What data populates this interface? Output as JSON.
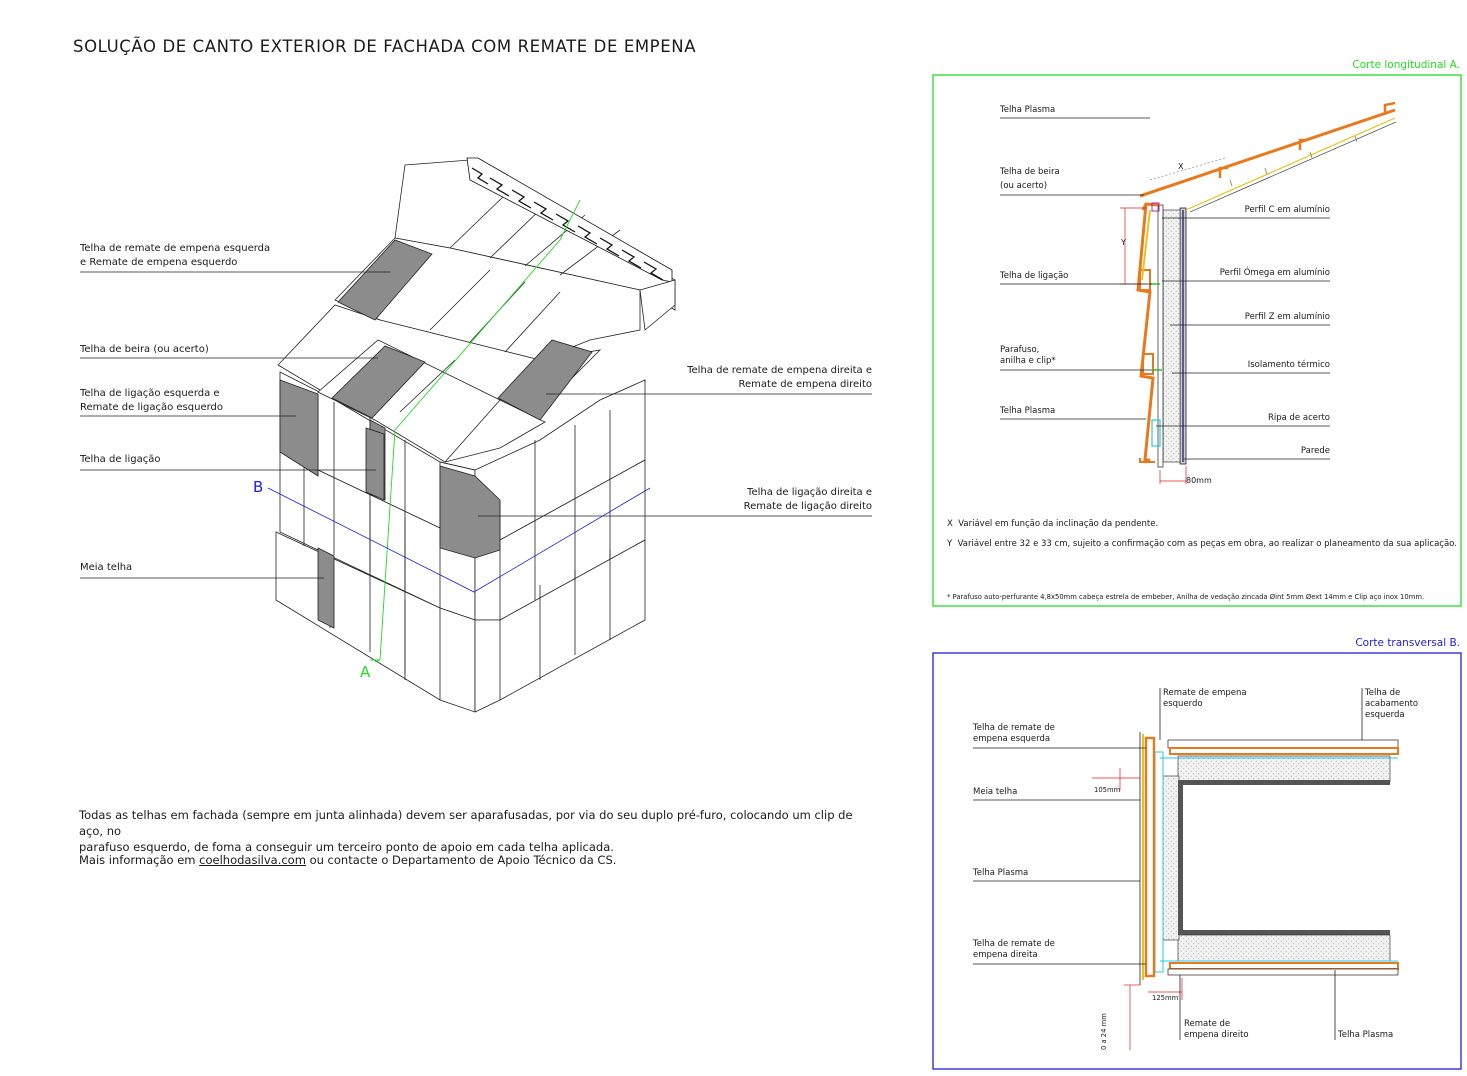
{
  "title": "SOLUÇÃO DE CANTO EXTERIOR DE FACHADA COM REMATE DE EMPENA",
  "colors": {
    "green": "#22dd22",
    "blue": "#1f1fd6",
    "orange": "#e87a1e",
    "yellow": "#e8c21e",
    "cyan": "#29c7e0",
    "red": "#e02020",
    "grey": "#8c8c8c"
  },
  "axonometric": {
    "labels": {
      "remate_esq_1": "Telha de remate de empena esquerda",
      "remate_esq_2": "e Remate de empena esquerdo",
      "beira": "Telha de beira (ou acerto)",
      "ligacao_esq_1": "Telha de ligação esquerda e",
      "ligacao_esq_2": "Remate de ligação esquerdo",
      "ligacao": "Telha de ligação",
      "meia": "Meia telha",
      "remate_dir_1": "Telha de remate de empena direita e",
      "remate_dir_2": "Remate de empena direito",
      "ligacao_dir_1": "Telha de ligação direita e",
      "ligacao_dir_2": "Remate de ligação direito"
    },
    "section_a": "A",
    "section_b": "B"
  },
  "body": {
    "p1_line1": "Todas as telhas em fachada (sempre em junta alinhada) devem ser aparafusadas, por via do seu duplo pré-furo, colocando um clip de aço, no",
    "p1_line2": "parafuso esquerdo, de foma a conseguir um terceiro ponto de apoio em cada telha aplicada.",
    "p2_before": "Mais informação em ",
    "p2_link": "coelhodasilva.com",
    "p2_after": " ou contacte o Departamento de Apoio Técnico da CS."
  },
  "section_a": {
    "title": "Corte longitudinal A.",
    "labels": {
      "plasma_top": "Telha Plasma",
      "beira_1": "Telha de beira",
      "beira_2": "(ou acerto)",
      "ligacao": "Telha de ligação",
      "parafuso_1": "Parafuso,",
      "parafuso_2": "anilha e clip*",
      "plasma_bottom": "Telha Plasma",
      "perfil_c": "Perfil C em alumínio",
      "perfil_omega": "Perfil Ómega em alumínio",
      "perfil_z": "Perfil Z em alumínio",
      "isolamento": "Isolamento térmico",
      "ripa": "Ripa de acerto",
      "parede": "Parede",
      "x": "X",
      "y": "Y",
      "dim": "80mm"
    },
    "notes": {
      "x_key": "X",
      "x_text": "Variável em função da inclinação da pendente.",
      "y_key": "Y",
      "y_text": "Variável entre 32 e 33 cm, sujeito a confirmação com as peças em obra, ao realizar o planeamento da sua aplicação.",
      "footnote": "* Parafuso auto-perfurante 4,8x50mm cabeça estrela de embeber, Anilha de vedação zincada Øint 5mm Øext 14mm e Clip aço inox 10mm."
    }
  },
  "section_b": {
    "title": "Corte transversal B.",
    "labels": {
      "remate_empena_esq_1": "Remate de empena",
      "remate_empena_esq_2": "esquerdo",
      "acabamento_1": "Telha de",
      "acabamento_2": "acabamento",
      "acabamento_3": "esquerda",
      "telha_remate_esq_1": "Telha de remate de",
      "telha_remate_esq_2": "empena esquerda",
      "meia": "Meia telha",
      "plasma_left": "Telha Plasma",
      "telha_remate_dir_1": "Telha de remate de",
      "telha_remate_dir_2": "empena direita",
      "remate_dir_1": "Remate de",
      "remate_dir_2": "empena direito",
      "plasma_bottom": "Telha Plasma",
      "dim_105": "105mm",
      "dim_125": "125mm",
      "dim_024": "0 a 24 mm"
    }
  }
}
